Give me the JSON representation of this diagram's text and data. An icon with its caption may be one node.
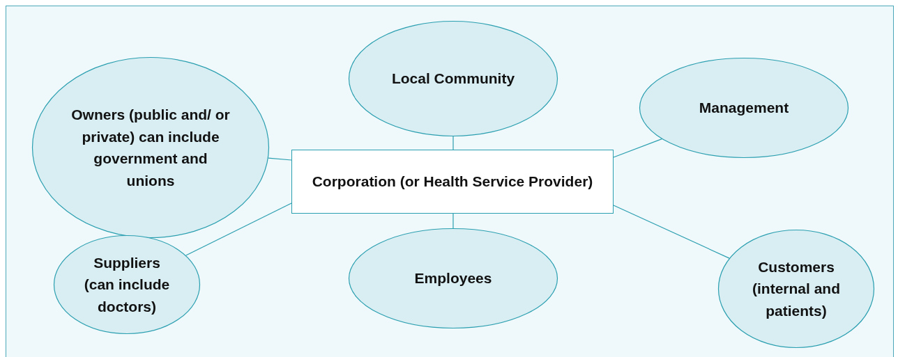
{
  "diagram": {
    "nodes": [
      {
        "text": [
          "Owners (public and/ or private) can include government and unions"
        ]
      },
      {
        "text": [
          "Local Community"
        ]
      },
      {
        "text": [
          "Management"
        ]
      },
      {
        "text": [
          "Corporation (or Health Service Provider)"
        ]
      },
      {
        "text": [
          "Suppliers (can include doctors)"
        ]
      },
      {
        "text": [
          "Employees"
        ]
      },
      {
        "text": [
          "Customers (internal and patients)"
        ]
      }
    ],
    "edges": [
      {
        "from": 3,
        "to": 0,
        "arrow": "none"
      },
      {
        "from": 3,
        "to": 1,
        "arrow": "none"
      },
      {
        "from": 3,
        "to": 2,
        "arrow": "none"
      },
      {
        "from": 3,
        "to": 4,
        "arrow": "none"
      },
      {
        "from": 3,
        "to": 5,
        "arrow": "none"
      },
      {
        "from": 3,
        "to": 6,
        "arrow": "none"
      }
    ]
  }
}
